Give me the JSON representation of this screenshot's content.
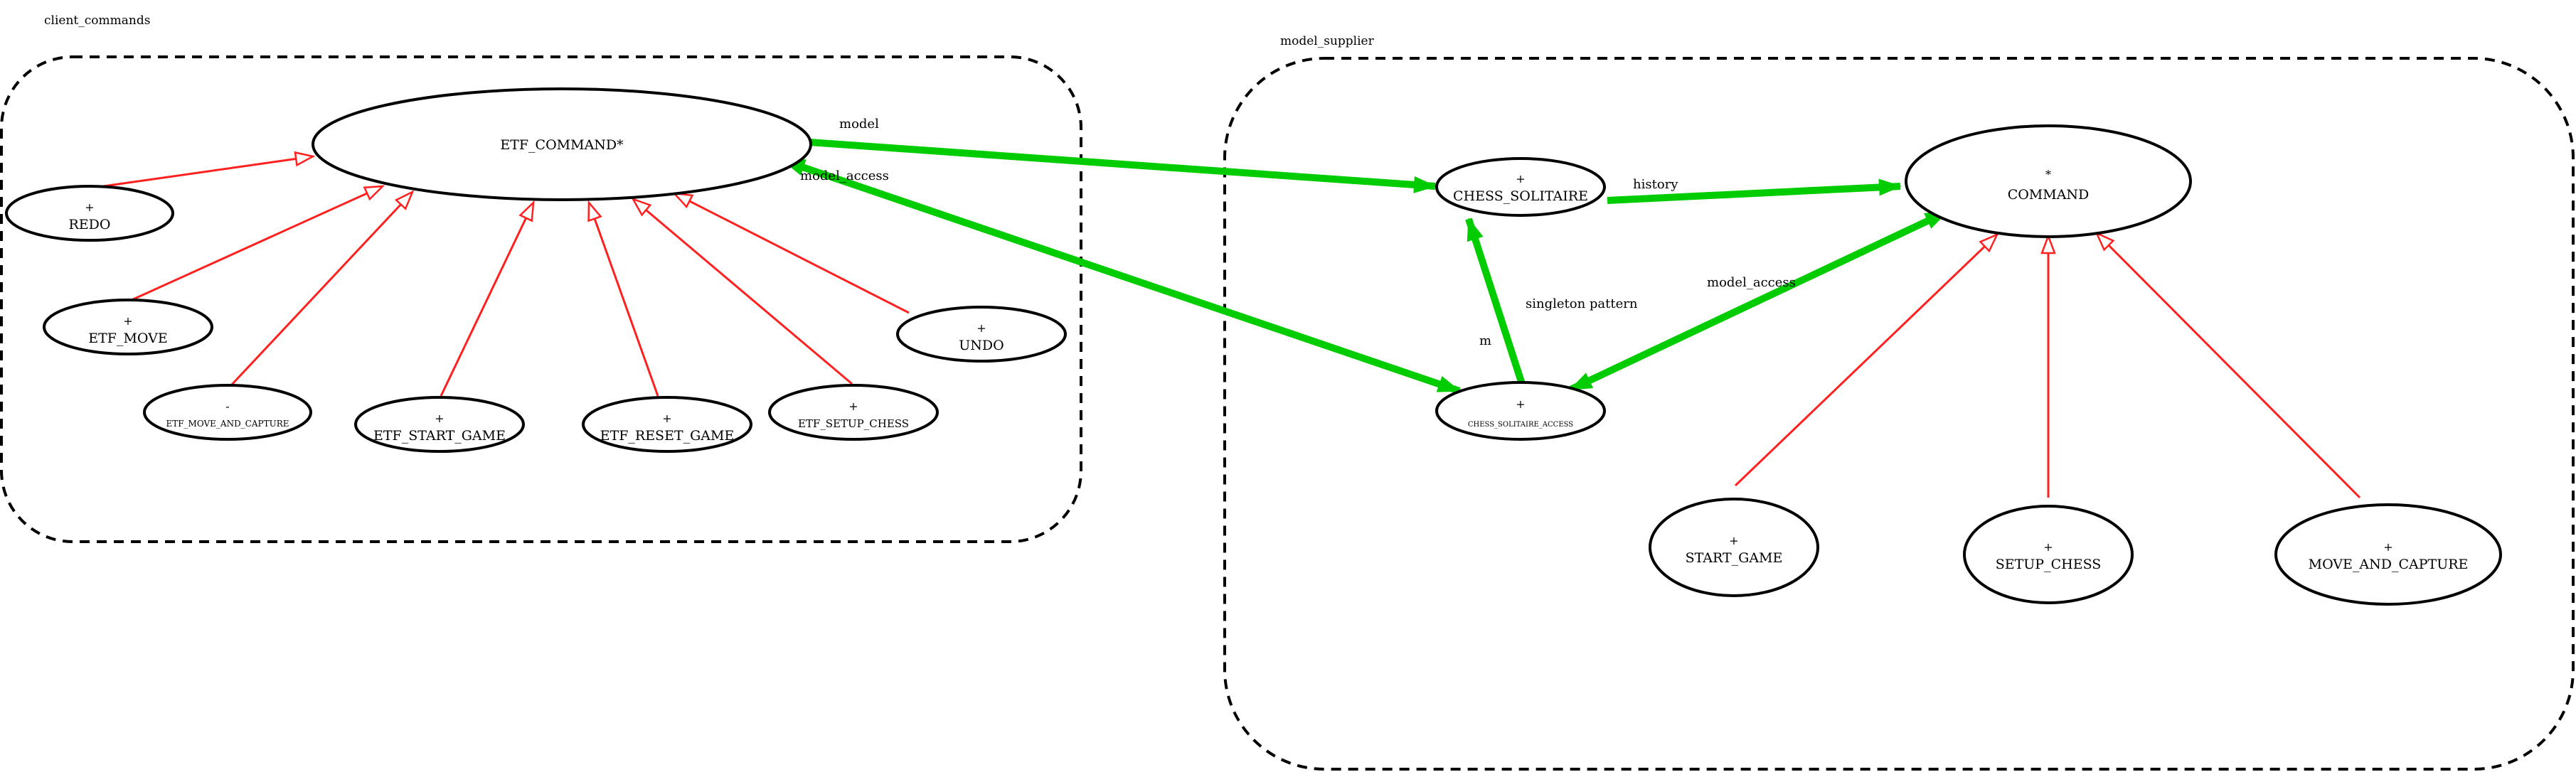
{
  "clusters": {
    "client": {
      "label": "client_commands"
    },
    "model": {
      "label": "model_supplier"
    }
  },
  "nodes": {
    "etf_command": {
      "marker": "",
      "name": "ETF_COMMAND*"
    },
    "redo": {
      "marker": "+",
      "name": "REDO"
    },
    "etf_move": {
      "marker": "+",
      "name": "ETF_MOVE"
    },
    "etf_move_and_capture": {
      "marker": "-",
      "name": "ETF_MOVE_AND_CAPTURE"
    },
    "etf_start_game": {
      "marker": "+",
      "name": "ETF_START_GAME"
    },
    "etf_reset_game": {
      "marker": "+",
      "name": "ETF_RESET_GAME"
    },
    "etf_setup_chess": {
      "marker": "+",
      "name": "ETF_SETUP_CHESS"
    },
    "undo": {
      "marker": "+",
      "name": "UNDO"
    },
    "chess_solitaire": {
      "marker": "+",
      "name": "CHESS_SOLITAIRE"
    },
    "command": {
      "marker": "*",
      "name": "COMMAND"
    },
    "chess_solitaire_access": {
      "marker": "+",
      "name": "CHESS_SOLITAIRE_ACCESS"
    },
    "start_game": {
      "marker": "+",
      "name": "START_GAME"
    },
    "setup_chess": {
      "marker": "+",
      "name": "SETUP_CHESS"
    },
    "move_and_capture": {
      "marker": "+",
      "name": "MOVE_AND_CAPTURE"
    }
  },
  "edge_labels": {
    "model": "model",
    "model_access_left": "model_access",
    "history": "history",
    "model_access_right": "model_access",
    "singleton_pattern": "singleton pattern",
    "m": "m"
  },
  "colors": {
    "inheritance": "#ff2020",
    "client_supplier": "#00cc00",
    "cluster_border": "#000000"
  }
}
